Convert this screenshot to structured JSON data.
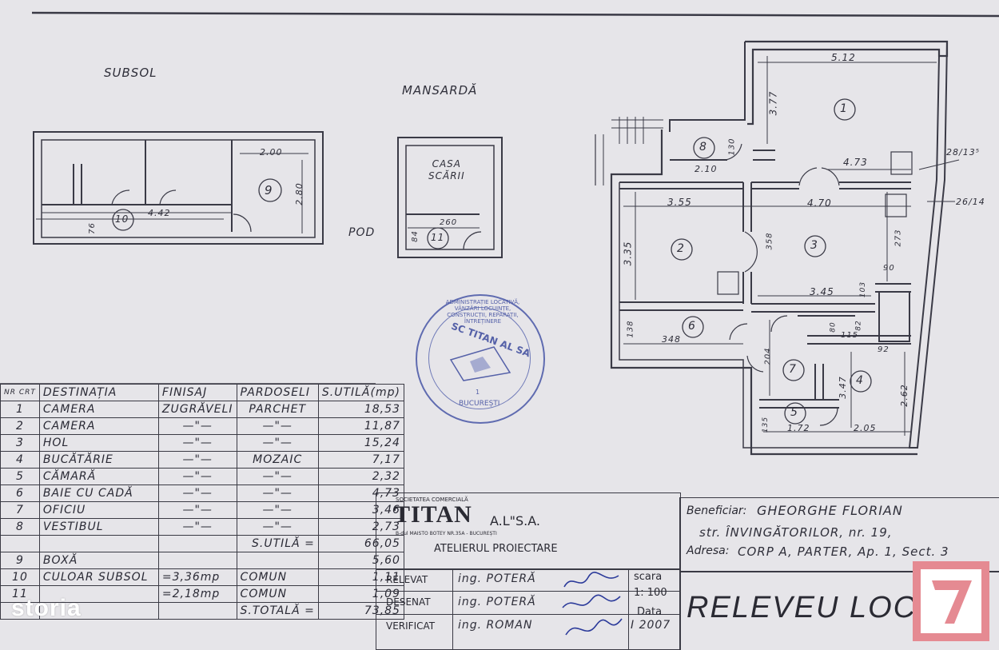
{
  "plan": {
    "subsol_title": "SUBSOL",
    "mansarda_title": "MANSARDĂ",
    "pod_label": "POD",
    "casa_scarii": "CASA\nSCĂRII",
    "subsol_dims": {
      "d200": "2.00",
      "d280": "2.80",
      "d442": "4.42",
      "d76": "76"
    },
    "mansarda_dims": {
      "d260": "260",
      "d84": "84"
    },
    "room_numbers": [
      "1",
      "2",
      "3",
      "4",
      "5",
      "6",
      "7",
      "8",
      "9",
      "10",
      "11"
    ],
    "main_dims": {
      "d512": "5.12",
      "d377": "3.77",
      "d473": "4.73",
      "d2813": "28/13⁵",
      "d2614": "26/14",
      "d355": "3.55",
      "d470": "4.70",
      "d335": "3.35",
      "d358": "358",
      "d273": "273",
      "d210": "2.10",
      "d130": "130",
      "d90": "90",
      "d345": "3.45",
      "d103": "103",
      "d138": "138",
      "d348": "348",
      "d204": "204",
      "d115": "115",
      "d80": "80",
      "d82": "82",
      "d92": "92",
      "d347": "3.47",
      "d262": "2.62",
      "d135": "135",
      "d172": "1.72",
      "d205": "2.05"
    }
  },
  "stamp": {
    "outer_text": "ADMINISTRAȚIE LOCATIVĂ, VÂNZĂRI LOCUINȚE, CONSTRUCȚII, REPARAȚII, ÎNTREȚINERE",
    "center_text": "SC TITAN AL SA",
    "city": "BUCUREȘTI",
    "number": "1"
  },
  "rooms_table": {
    "headers": [
      "NR CRT",
      "DESTINAȚIA",
      "FINISAJ",
      "PARDOSELI",
      "S.UTILĂ(mp)"
    ],
    "rows": [
      [
        "1",
        "CAMERA",
        "ZUGRĂVELI",
        "PARCHET",
        "18,53"
      ],
      [
        "2",
        "CAMERA",
        "—\"—",
        "—\"—",
        "11,87"
      ],
      [
        "3",
        "HOL",
        "—\"—",
        "—\"—",
        "15,24"
      ],
      [
        "4",
        "BUCĂTĂRIE",
        "—\"—",
        "MOZAIC",
        "7,17"
      ],
      [
        "5",
        "CĂMARĂ",
        "—\"—",
        "—\"—",
        "2,32"
      ],
      [
        "6",
        "BAIE CU CADĂ",
        "—\"—",
        "—\"—",
        "4,73"
      ],
      [
        "7",
        "OFICIU",
        "—\"—",
        "—\"—",
        "3,46"
      ],
      [
        "8",
        "VESTIBUL",
        "—\"—",
        "—\"—",
        "2,73"
      ]
    ],
    "sutila_label": "S.UTILĂ =",
    "sutila_value": "66,05",
    "extra_rows": [
      [
        "9",
        "BOXĂ",
        "",
        "",
        "5,60"
      ],
      [
        "10",
        "CULOAR SUBSOL",
        "=3,36mp",
        "COMUN",
        "1,11"
      ],
      [
        "11",
        "",
        "=2,18mp",
        "COMUN",
        "1,09"
      ]
    ],
    "stotala_label": "S.TOTALĂ =",
    "stotala_value": "73,85"
  },
  "title_block": {
    "company_small": "SOCIETATEA COMERCIALĂ",
    "company": "TITAN",
    "company_suffix": "A.L\"S.A.",
    "company_addr": "B-dul MAISTO BOTEY NR.35A - BUCUREȘTI",
    "atelier": "ATELIERUL   PROIECTARE",
    "relevat_label": "RELEVAT",
    "desenat_label": "DESENAT",
    "verificat_label": "VERIFICAT",
    "relevat_name": "ing. POTERĂ",
    "desenat_name": "ing. POTERĂ",
    "verificat_name": "ing. ROMAN",
    "scara_label": "scara",
    "scara_value": "1: 100",
    "data_label": "Data",
    "data_value": "I 2007",
    "beneficiar_label": "Beneficiar:",
    "beneficiar_value": "GHEORGHE  FLORIAN",
    "adresa_line1": "str. ÎNVINGĂTORILOR, nr. 19,",
    "adresa_label": "Adresa:",
    "adresa_line2": "CORP A, PARTER, Ap. 1, Sect. 3",
    "drawing_title": "RELEVEU LOCU"
  },
  "watermark": "storia"
}
